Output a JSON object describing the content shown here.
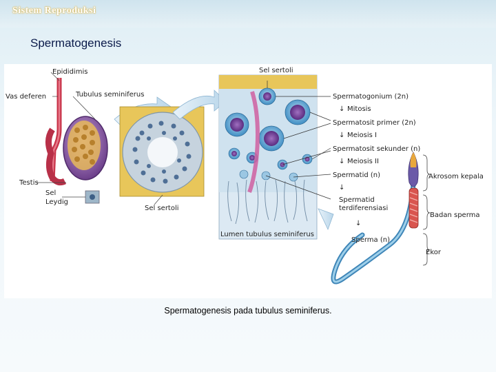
{
  "header": {
    "title": "Sistem Reproduksi"
  },
  "slide": {
    "title": "Spermatogenesis"
  },
  "figure": {
    "labels": {
      "epididimis": "Epididimis",
      "vas_deferen": "Vas deferen",
      "tubulus_seminiferus": "Tubulus seminiferus",
      "testis": "Testis",
      "sel_leydig_1": "Sel",
      "sel_leydig_2": "Leydig",
      "sel_sertoli_bottom": "Sel sertoli",
      "sel_sertoli_top": "Sel sertoli",
      "spermatogonium": "Spermatogonium (2n)",
      "mitosis": "Mitosis",
      "spermatosit_primer": "Spermatosit primer (2n)",
      "meiosis_1": "Meiosis I",
      "spermatosit_sekunder": "Spermatosit sekunder (n)",
      "meiosis_2": "Meiosis II",
      "spermatid": "Spermatid (n)",
      "spermatid_terdiferensiasi_1": "Spermatid",
      "spermatid_terdiferensiasi_2": "terdiferensiasi",
      "sperma": "Sperma (n)",
      "lumen": "Lumen tubulus seminiferus",
      "akrosom_kepala": "Akrosom  kepala",
      "badan_sperma": "Badan sperma",
      "ekor": "Ekor"
    }
  },
  "caption": "Spermatogenesis pada tubulus seminiferus.",
  "colors": {
    "title": "#0a1a4a",
    "cell_blue": "#5aa6d6",
    "nucleus_purple": "#6a3f8f",
    "tissue_yellow": "#e8c65a",
    "sperm_blue": "#6fb6dc",
    "arrow_fill": "#d6e8f4"
  }
}
